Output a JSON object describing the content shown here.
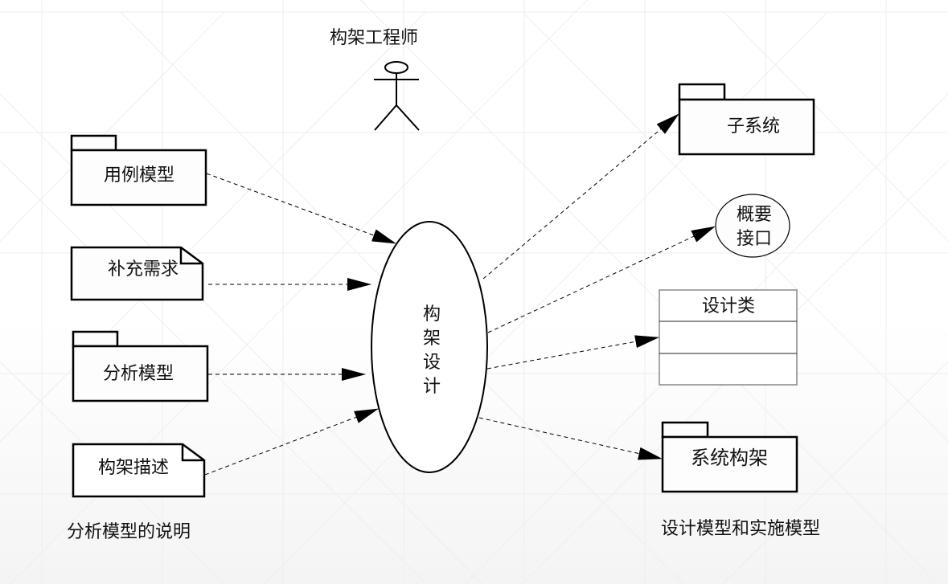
{
  "actor": {
    "label": "构架工程师"
  },
  "center": {
    "label_chars": [
      "构",
      "架",
      "设",
      "计"
    ]
  },
  "inputs": [
    {
      "label": "用例模型",
      "kind": "package"
    },
    {
      "label": "补充需求",
      "kind": "note"
    },
    {
      "label": "分析模型",
      "kind": "package"
    },
    {
      "label": "构架描述",
      "kind": "note"
    }
  ],
  "outputs": [
    {
      "label": "子系统",
      "kind": "package"
    },
    {
      "label_lines": [
        "概要",
        "接口"
      ],
      "kind": "interface"
    },
    {
      "label": "设计类",
      "kind": "class"
    },
    {
      "label": "系统构架",
      "kind": "package"
    }
  ],
  "captions": {
    "left": "分析模型的说明",
    "right": "设计模型和实施模型"
  },
  "colors": {
    "stroke": "#000000",
    "background": "#ffffff",
    "grid": "#ececec"
  }
}
